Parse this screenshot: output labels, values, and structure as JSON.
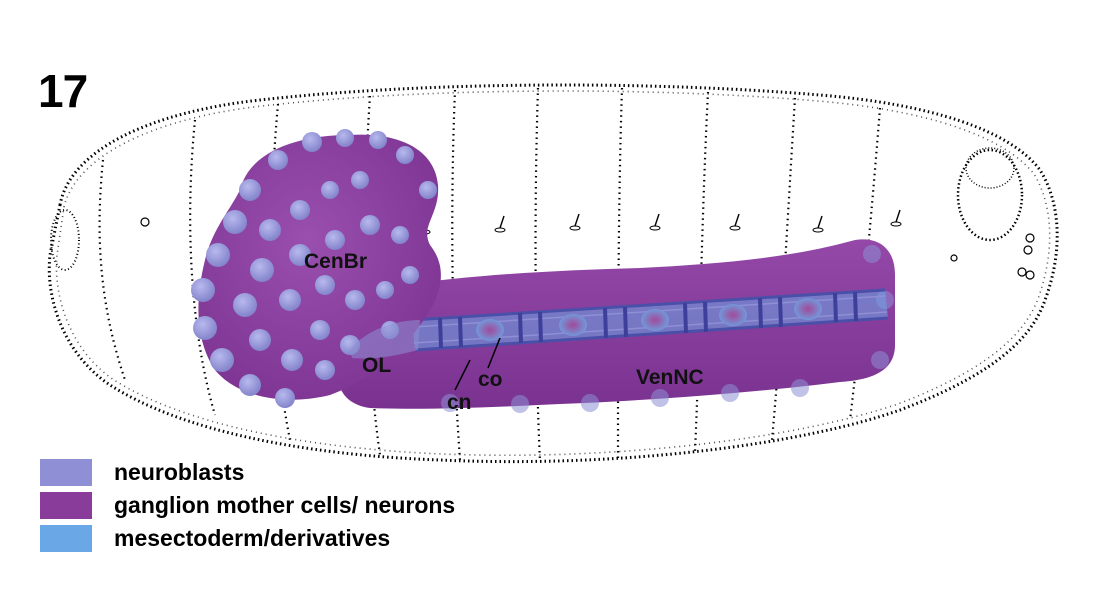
{
  "figure": {
    "stage_number": "17",
    "labels": {
      "central_brain": "CenBr",
      "optic_lobe": "OL",
      "commissure_nerve": "cn",
      "connective": "co",
      "ventral_nerve_cord": "VenNC"
    }
  },
  "legend": [
    {
      "label": "neuroblasts",
      "color": "#8e8fd4"
    },
    {
      "label": "ganglion mother cells/ neurons",
      "color": "#8a3c9b"
    },
    {
      "label": "mesectoderm/derivatives",
      "color": "#6aa7e6"
    }
  ],
  "colors": {
    "neuroblast": "#8e8fd4",
    "gmc_neuron": "#8a3c9b",
    "mesectoderm": "#6aa7e6",
    "outline": "#000000"
  }
}
